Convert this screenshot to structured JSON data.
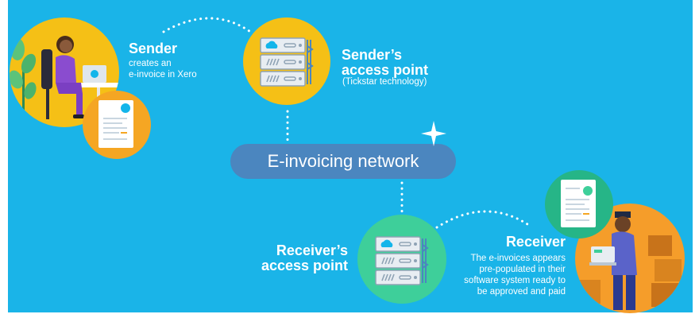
{
  "sender": {
    "title": "Sender",
    "description": "creates an\ne-invoice in Xero"
  },
  "sender_access_point": {
    "title": "Sender’s\naccess point",
    "note": "(Tickstar technology)"
  },
  "network": {
    "label": "E-invoicing network"
  },
  "receiver_access_point": {
    "title": "Receiver’s\naccess point"
  },
  "receiver": {
    "title": "Receiver",
    "description": "The e-invoices appears\npre-populated in their\nsoftware system ready to\nbe approved and paid"
  },
  "colors": {
    "background": "#1ab4e8",
    "sender_yellow": "#f5c016",
    "sender_orange": "#f5a623",
    "receiver_green": "#3ecf9a",
    "receiver_orange": "#f59d2a",
    "network_pill": "#4b86bf",
    "xero_blue": "#13b5ea"
  },
  "icons": [
    "server-rack-icon",
    "cloud-icon",
    "xero-logo-icon",
    "invoice-document-icon",
    "sparkle-icon"
  ]
}
